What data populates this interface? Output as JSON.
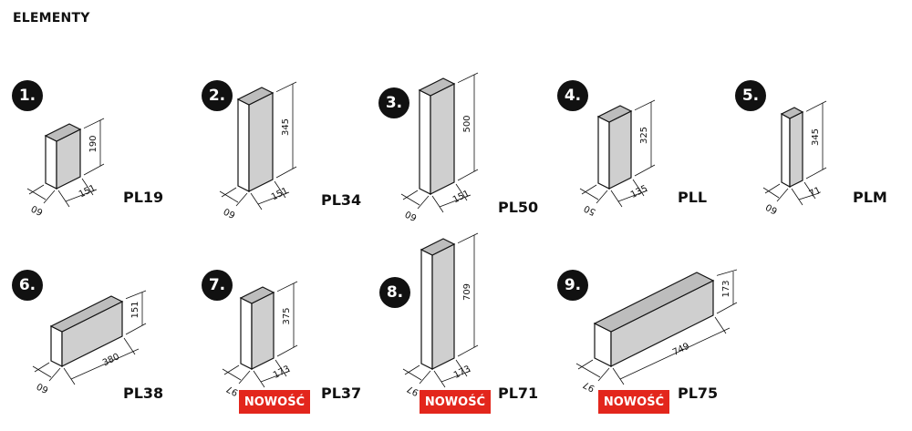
{
  "title": "ELEMENTY",
  "new_label": "NOWOŚĆ",
  "colors": {
    "badge": "#111111",
    "new_badge": "#e3261c",
    "face": "#cfcfcf"
  },
  "items": [
    {
      "number": "1.",
      "code": "PL19",
      "width": "151",
      "depth": "60",
      "height": "190",
      "is_new": false
    },
    {
      "number": "2.",
      "code": "PL34",
      "width": "151",
      "depth": "60",
      "height": "345",
      "is_new": false
    },
    {
      "number": "3.",
      "code": "PL50",
      "width": "151",
      "depth": "60",
      "height": "500",
      "is_new": false
    },
    {
      "number": "4.",
      "code": "PLL",
      "width": "135",
      "depth": "50",
      "height": "325",
      "is_new": false
    },
    {
      "number": "5.",
      "code": "PLM",
      "width": "71",
      "depth": "60",
      "height": "345",
      "is_new": false
    },
    {
      "number": "6.",
      "code": "PL38",
      "width": "380",
      "depth": "60",
      "height": "151",
      "is_new": false
    },
    {
      "number": "7.",
      "code": "PL37",
      "width": "173",
      "depth": "97",
      "height": "375",
      "is_new": true
    },
    {
      "number": "8.",
      "code": "PL71",
      "width": "173",
      "depth": "97",
      "height": "709",
      "is_new": true
    },
    {
      "number": "9.",
      "code": "PL75",
      "width": "749",
      "depth": "97",
      "height": "173",
      "is_new": true
    }
  ]
}
